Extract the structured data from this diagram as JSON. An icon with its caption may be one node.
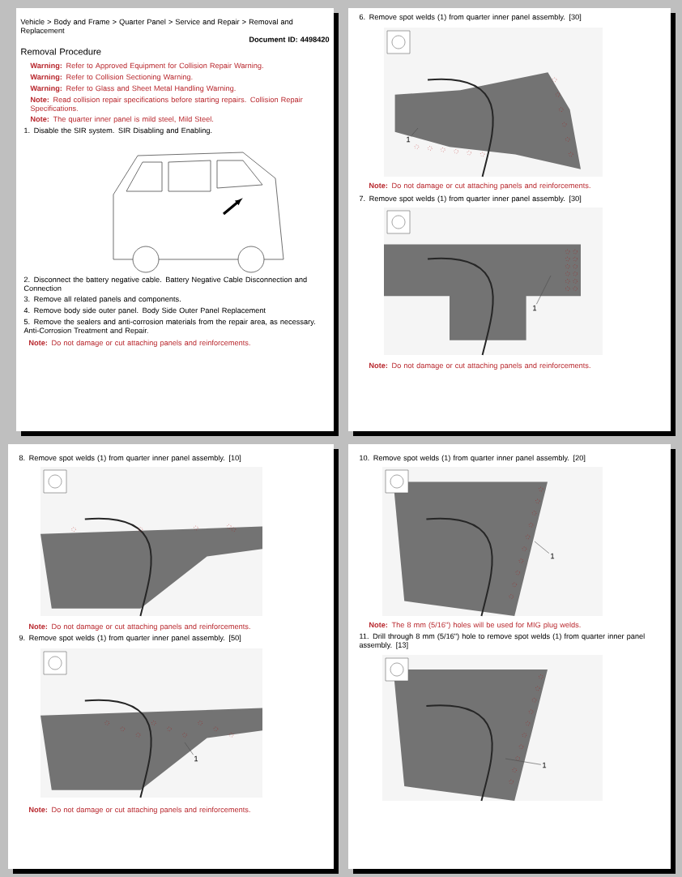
{
  "diagram": {
    "nodes": [
      {
        "text": [
          "1"
        ]
      },
      {
        "text": [
          "1"
        ]
      },
      {
        "text": [
          "1"
        ]
      },
      {
        "text": [
          "1"
        ]
      },
      {
        "text": [
          "1"
        ]
      }
    ],
    "edges": [
      {
        "from": 0,
        "to": null,
        "arrow": "none"
      },
      {
        "from": 1,
        "to": null,
        "arrow": "none"
      },
      {
        "from": 2,
        "to": null,
        "arrow": "none"
      },
      {
        "from": 3,
        "to": null,
        "arrow": "none"
      },
      {
        "from": 4,
        "to": null,
        "arrow": "none"
      }
    ],
    "labels": [
      "Vehicle > Body and Frame > Quarter Panel > Service and Repair > Removal and Replacement",
      "Document ID: 4498420",
      "Removal Procedure",
      "**Warning:** Refer to Approved Equipment for Collision Repair Warning.",
      "**Warning:** Refer to Collision Sectioning Warning.",
      "**Warning:** Refer to Glass and Sheet Metal Handling Warning.",
      "**Note:** Read collision repair specifications before starting repairs. Collision Repair Specifications.",
      "**Note:** The quarter inner panel is mild steel, Mild Steel.",
      "1. Disable the SIR system. SIR Disabling and Enabling.",
      "2. Disconnect the battery negative cable. Battery Negative Cable Disconnection and Connection",
      "3. Remove all related panels and components.",
      "4. Remove body side outer panel. Body Side Outer Panel Replacement",
      "5. Remove the sealers and anti-corrosion materials from the repair area, as necessary. Anti-Corrosion Treatment and Repair.",
      "**Note:** Do not damage or cut attaching panels and reinforcements.",
      "6. Remove spot welds (1) from quarter inner panel assembly. [30]",
      "**Note:** Do not damage or cut attaching panels and reinforcements.",
      "7. Remove spot welds (1) from quarter inner panel assembly. [30]",
      "**Note:** Do not damage or cut attaching panels and reinforcements.",
      "8. Remove spot welds (1) from quarter inner panel assembly. [10]",
      "**Note:** Do not damage or cut attaching panels and reinforcements.",
      "9. Remove spot welds (1) from quarter inner panel assembly. [50]",
      "**Note:** Do not damage or cut attaching panels and reinforcements.",
      "10. Remove spot welds (1) from quarter inner panel assembly. [20]",
      "**Note:** The 8 mm (5/16\") holes will be used for MIG plug welds.",
      "11. Drill through 8 mm (5/16\") hole to remove spot welds (1) from quarter inner panel assembly. [13]"
    ]
  }
}
